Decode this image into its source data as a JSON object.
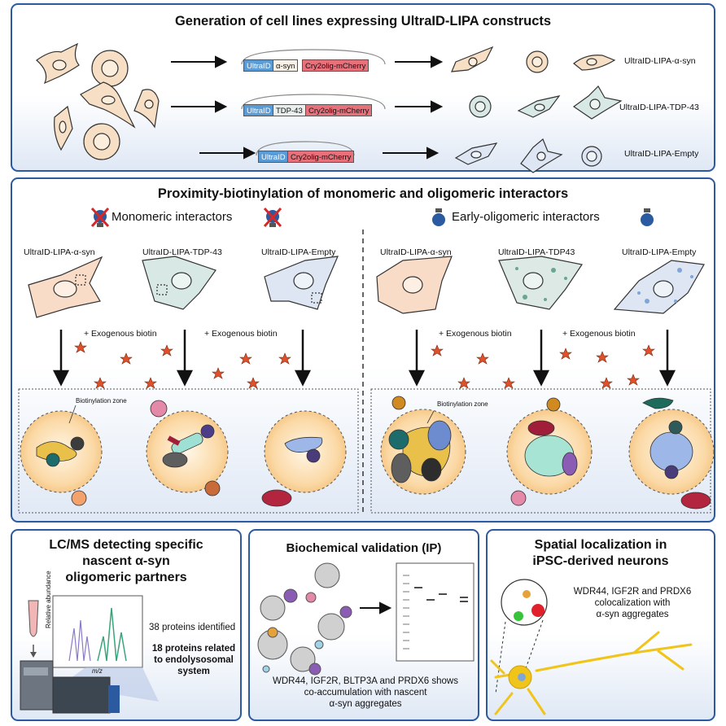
{
  "panel1": {
    "title": "Generation of cell lines expressing UltraID-LIPA constructs",
    "rows": [
      {
        "parts": [
          "UltraID",
          "α-syn",
          "Cry2olig-mCherry"
        ],
        "label": "UltraID-LIPA-α-syn"
      },
      {
        "parts": [
          "UltraID",
          "TDP-43",
          "Cry2olig-mCherry"
        ],
        "label": "UltraID-LIPA-TDP-43"
      },
      {
        "parts": [
          "UltraID",
          "Cry2olig-mCherry"
        ],
        "label": "UltraID-LIPA-Empty"
      }
    ]
  },
  "panel2": {
    "title": "Proximity-biotinylation of monomeric and oligomeric interactors",
    "left_heading": "Monomeric interactors",
    "right_heading": "Early-oligomeric interactors",
    "left_cells": [
      "UltraID-LIPA-α-syn",
      "UltraID-LIPA-TDP-43",
      "UltraID-LIPA-Empty"
    ],
    "right_cells": [
      "UltraID-LIPA-α-syn",
      "UltraID-LIPA-TDP43",
      "UltraID-LIPA-Empty"
    ],
    "biotin_label": "+  Exogenous biotin",
    "zone_label": "Biotinylation zone"
  },
  "panel3": {
    "title": "LC/MS detecting specific nascent α-syn oligomeric partners",
    "title_lines": [
      "LC/MS detecting specific",
      "nascent α-syn",
      "oligomeric partners"
    ],
    "ylabel": "Relative abundance",
    "xlabel": "m/z",
    "identified": "38 proteins identified",
    "related_lines": [
      "18 proteins related",
      "to endolysosomal",
      "system"
    ]
  },
  "panel4": {
    "title": "Biochemical validation (IP)",
    "caption_lines": [
      "WDR44, IGF2R, BLTP3A and PRDX6 shows",
      "co-accumulation with nascent",
      "α-syn aggregates"
    ]
  },
  "panel5": {
    "title_lines": [
      "Spatial localization in",
      "iPSC-derived neurons"
    ],
    "caption_lines": [
      "WDR44, IGF2R and PRDX6",
      "colocalization with",
      "α-syn aggregates"
    ]
  },
  "colors": {
    "border": "#2c5aa0",
    "ultraid": "#5b9bd5",
    "mcherry": "#e8707a",
    "cell": "#f6dfc4",
    "biotin": "#e0502a"
  }
}
